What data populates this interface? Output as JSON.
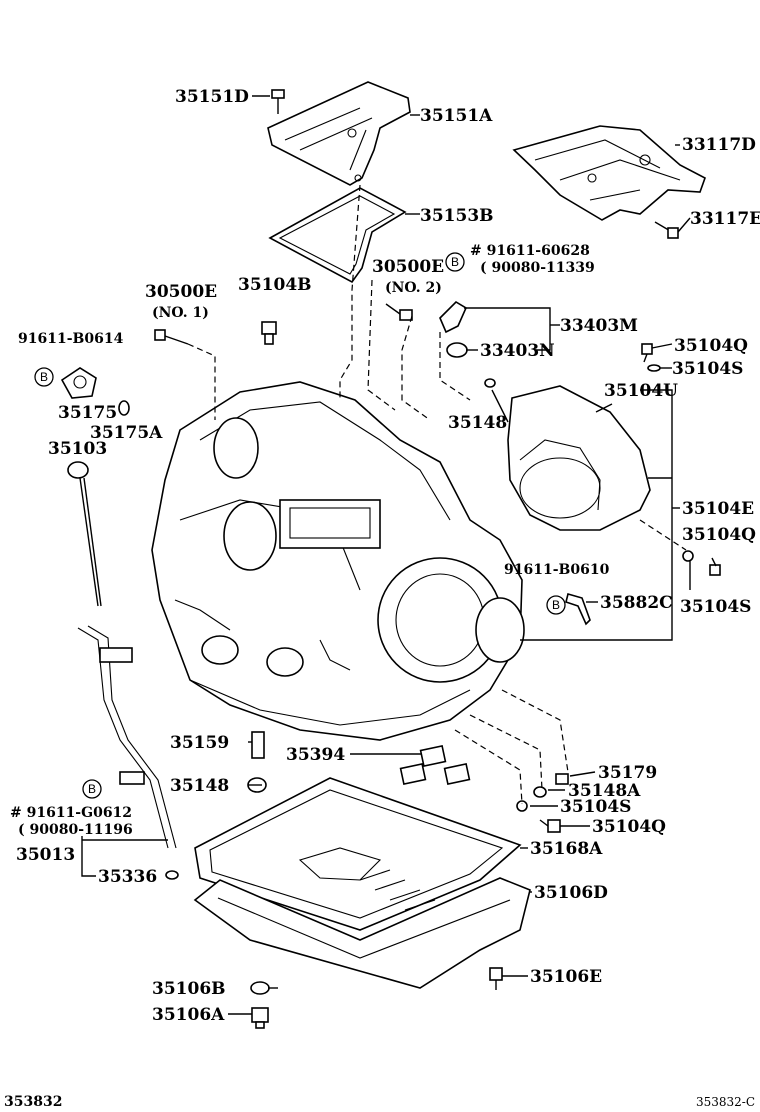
{
  "labels": {
    "p35151D": "35151D",
    "p35151A": "35151A",
    "p33117D": "33117D",
    "p35153B": "35153B",
    "p33117E": "33117E",
    "p91611_60628": "# 91611-60628",
    "p90080_11339": "( 90080-11339",
    "p30500E_no2": "30500E",
    "no2": "(NO. 2)",
    "p35104B": "35104B",
    "p30500E_no1": "30500E",
    "no1": "(NO. 1)",
    "p33403M": "33403M",
    "p91611_B0614": "91611-B0614",
    "p33403N": "33403N",
    "p35104Q_a": "35104Q",
    "p35104S_a": "35104S",
    "p35175": "35175",
    "p35175A": "35175A",
    "p35104U": "35104U",
    "p35103": "35103",
    "p35148_a": "35148",
    "p35104E": "35104E",
    "p35104Q_b": "35104Q",
    "p91611_B0610": "91611-B0610",
    "p35882C": "35882C",
    "p35104S_b": "35104S",
    "p35159": "35159",
    "p35394": "35394",
    "p35179": "35179",
    "p35148_b": "35148",
    "p35148A": "35148A",
    "p91611_G0612": "# 91611-G0612",
    "p90080_11196": "( 90080-11196",
    "p35104S_c": "35104S",
    "p35104Q_c": "35104Q",
    "p35013": "35013",
    "p35168A": "35168A",
    "p35336": "35336",
    "p35106D": "35106D",
    "p35106B": "35106B",
    "p35106E": "35106E",
    "p35106A": "35106A",
    "code_left": "353832",
    "code_right": "353832-C",
    "b_marker": "B"
  }
}
